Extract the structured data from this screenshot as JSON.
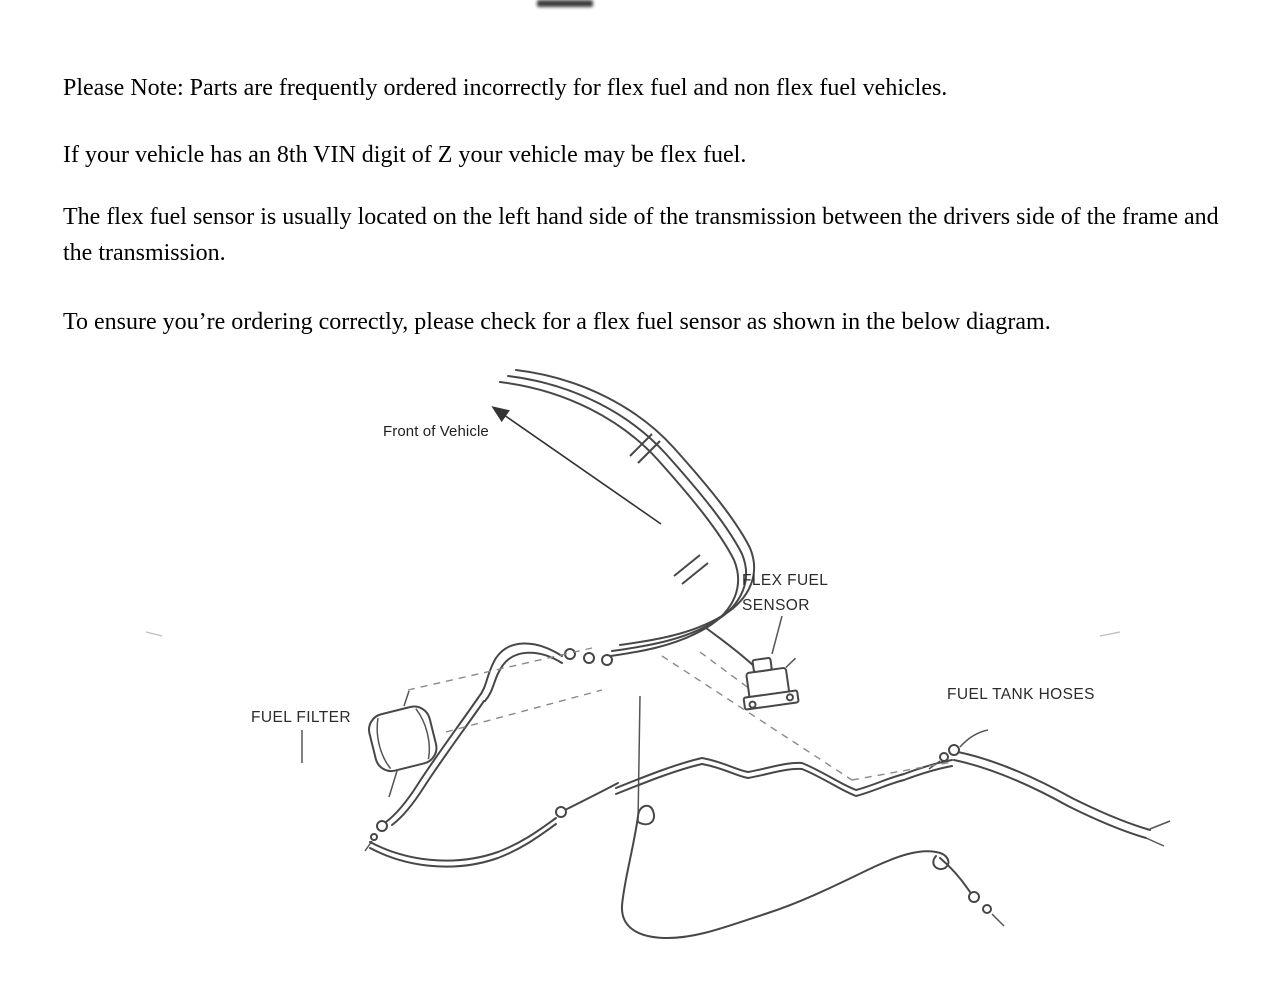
{
  "notes": {
    "paragraphs": [
      "Please Note: Parts are frequently ordered incorrectly for flex fuel and non flex fuel vehicles.",
      "If your vehicle has an 8th VIN digit of Z your vehicle may be flex fuel.",
      "The flex fuel sensor is usually located on the left hand side of the transmission between the drivers side of the frame and the transmission.",
      "To ensure you’re ordering correctly, please check for a flex fuel sensor as shown in the below diagram."
    ]
  },
  "diagram": {
    "labels": {
      "front_of_vehicle": "Front of Vehicle",
      "flex_fuel_line1": "FLEX FUEL",
      "flex_fuel_line2": "SENSOR",
      "fuel_filter": "FUEL FILTER",
      "fuel_tank_hoses": "FUEL TANK HOSES"
    },
    "line_color": "#474747"
  }
}
